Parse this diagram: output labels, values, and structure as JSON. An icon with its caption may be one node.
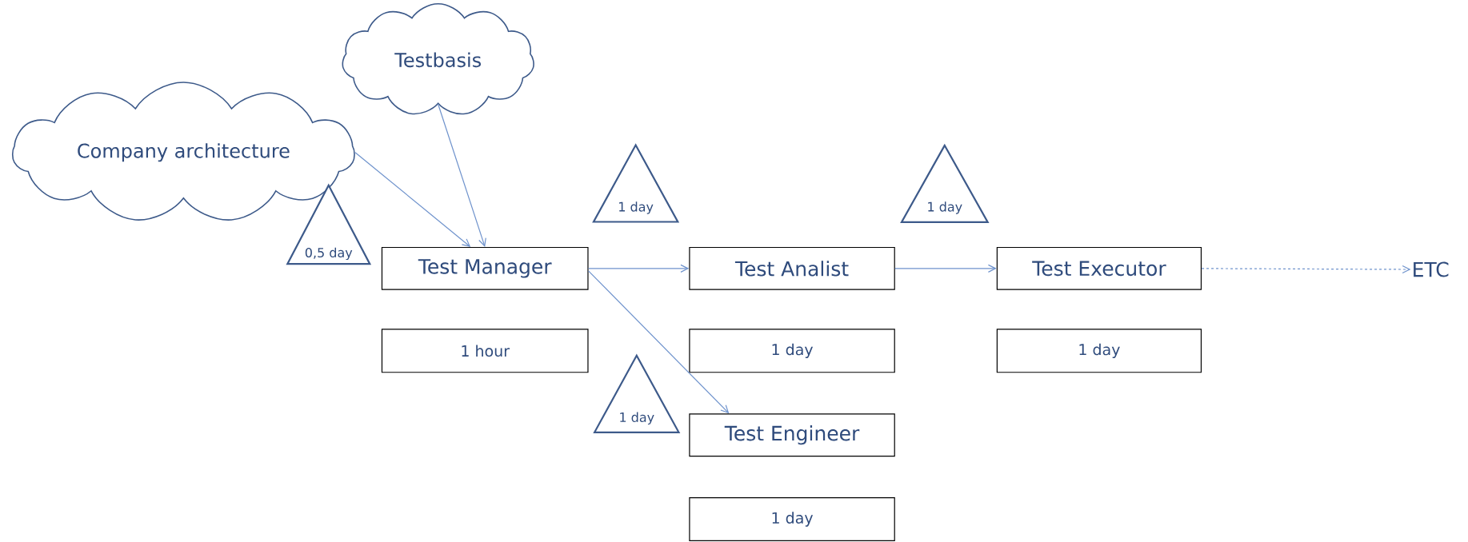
{
  "diagram": {
    "nodes": [
      {
        "text": [
          "Testbasis"
        ]
      },
      {
        "text": [
          "Company architecture"
        ]
      },
      {
        "text": [
          "0,5 day"
        ]
      },
      {
        "text": [
          "Test Manager"
        ]
      },
      {
        "text": [
          "1 day"
        ]
      },
      {
        "text": [
          "Test Analist"
        ]
      },
      {
        "text": [
          "1 day"
        ]
      },
      {
        "text": [
          "Test Executor"
        ]
      },
      {
        "text": [
          "ETC"
        ]
      },
      {
        "text": [
          "1 hour"
        ]
      },
      {
        "text": [
          "1 day"
        ]
      },
      {
        "text": [
          "1 day"
        ]
      },
      {
        "text": [
          "1 day"
        ]
      },
      {
        "text": [
          "Test Engineer"
        ]
      },
      {
        "text": [
          "1 day"
        ]
      }
    ],
    "edges": [
      {
        "from": 1,
        "to": 3,
        "arrow": "to"
      },
      {
        "from": 0,
        "to": 3,
        "arrow": "to"
      },
      {
        "from": 3,
        "to": 5,
        "arrow": "to"
      },
      {
        "from": 3,
        "to": 13,
        "arrow": "to"
      },
      {
        "from": 5,
        "to": 7,
        "arrow": "to"
      },
      {
        "from": 7,
        "to": 8,
        "arrow": "to",
        "style": "dashed"
      }
    ]
  }
}
